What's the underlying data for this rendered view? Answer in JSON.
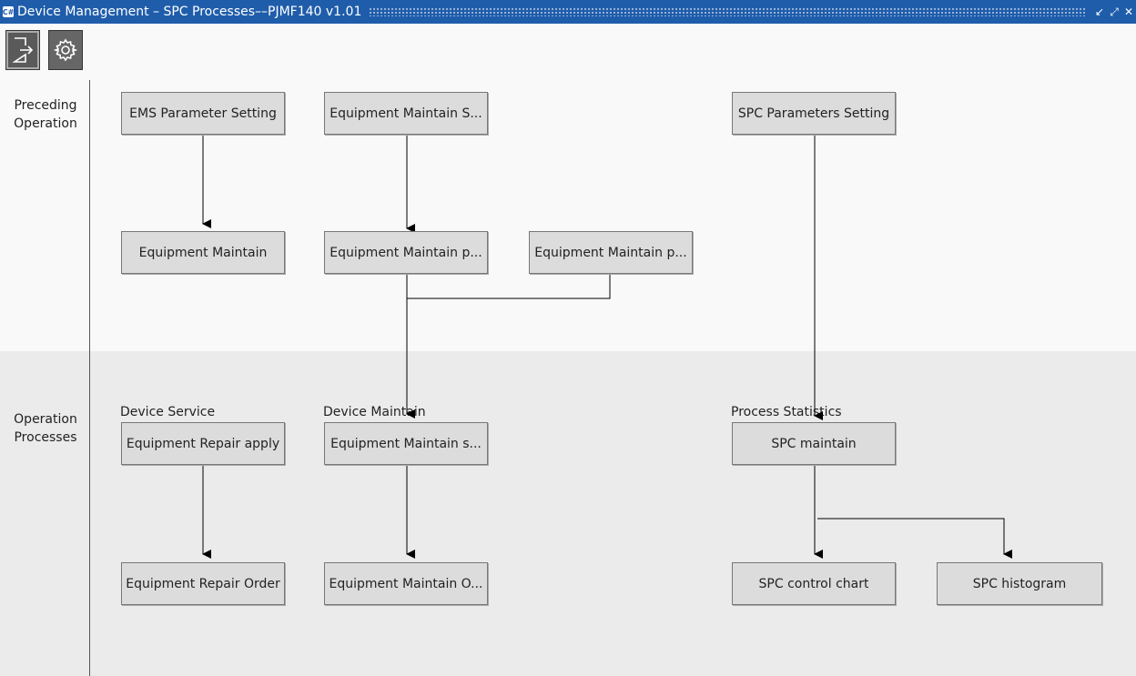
{
  "window": {
    "title": "Device Management – SPC Processes––PJMF140 v1.01",
    "app_icon_text": "C#",
    "controls": [
      "↙",
      "⤢",
      "✕"
    ]
  },
  "toolbar": {
    "buttons": [
      {
        "icon": "exit-icon",
        "active": true
      },
      {
        "icon": "gear-icon",
        "active": false
      }
    ]
  },
  "rows": {
    "preceding": "Preceding Operation",
    "processes": "Operation Processes"
  },
  "groups": {
    "device_service": "Device Service",
    "device_maintain": "Device Maintain",
    "process_statistics": "Process Statistics"
  },
  "nodes": {
    "ems_parameter_setting": "EMS Parameter Setting",
    "equipment_maintain_s_top": "Equipment Maintain S...",
    "spc_parameters_setting": "SPC Parameters Setting",
    "equipment_maintain": "Equipment Maintain",
    "equipment_maintain_p1": "Equipment Maintain p...",
    "equipment_maintain_p2": "Equipment Maintain p...",
    "equipment_repair_apply": "Equipment Repair apply",
    "equipment_maintain_s": "Equipment Maintain s...",
    "spc_maintain": "SPC maintain",
    "equipment_repair_order": "Equipment Repair Order",
    "equipment_maintain_o": "Equipment Maintain O...",
    "spc_control_chart": "SPC control chart",
    "spc_histogram": "SPC histogram"
  },
  "colors": {
    "titlebar": "#1f5dab",
    "top_band": "#f9f9f9",
    "bottom_band": "#ebebeb",
    "node_fill": "#dcdcdc"
  }
}
